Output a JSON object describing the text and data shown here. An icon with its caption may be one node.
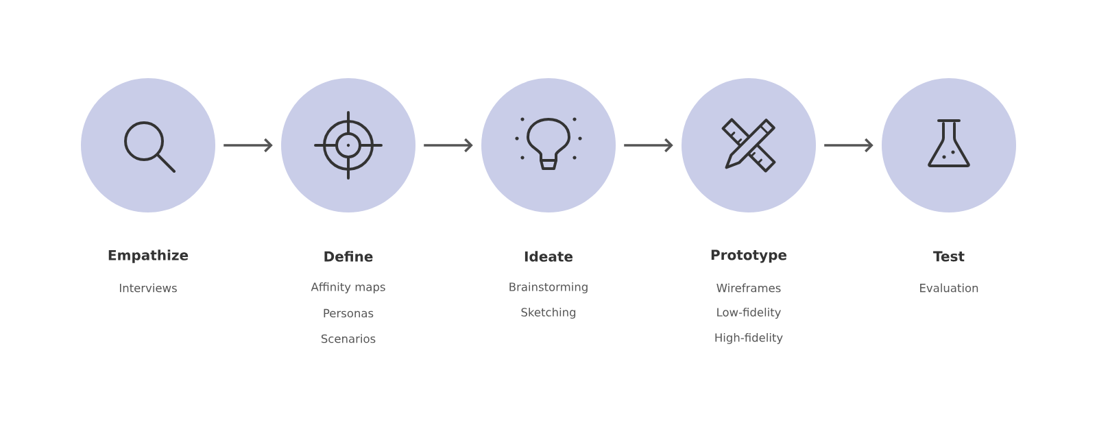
{
  "diagram": {
    "nodes": [
      {
        "text": [
          "Empathize"
        ]
      },
      {
        "text": [
          "Define"
        ]
      },
      {
        "text": [
          "Ideate"
        ]
      },
      {
        "text": [
          "Prototype"
        ]
      },
      {
        "text": [
          "Test"
        ]
      }
    ],
    "edges": [
      {
        "from": 0,
        "to": 1,
        "arrow": "to"
      },
      {
        "from": 1,
        "to": 2,
        "arrow": "to"
      },
      {
        "from": 2,
        "to": 3,
        "arrow": "to"
      },
      {
        "from": 3,
        "to": 4,
        "arrow": "to"
      }
    ],
    "labels": [
      "Interviews",
      "Affinity maps",
      "Personas",
      "Scenarios",
      "Brainstorming",
      "Sketching",
      "Wireframes",
      "Low-fidelity",
      "High-fidelity",
      "Evaluation"
    ]
  }
}
